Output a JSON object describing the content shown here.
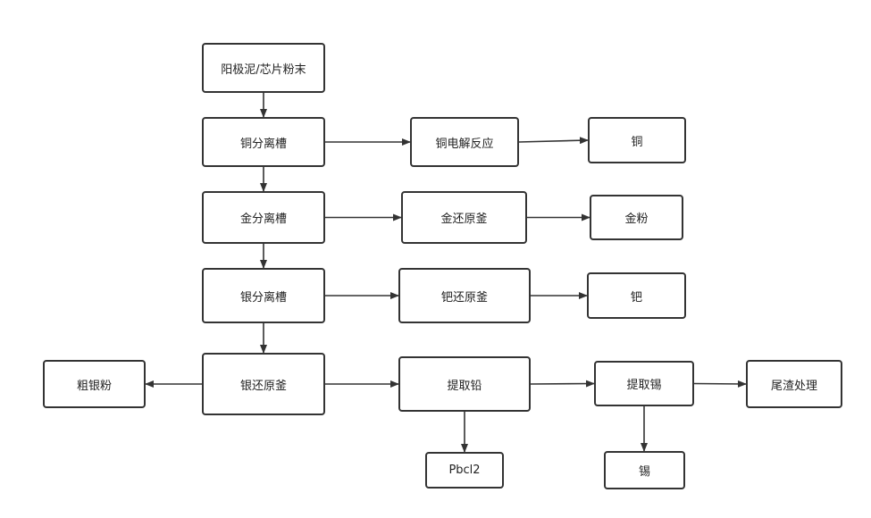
{
  "diagram": {
    "nodes": [
      {
        "id": "anode_mud",
        "label": "阳极泥/芯片粉末"
      },
      {
        "id": "cu_sep",
        "label": "铜分离槽"
      },
      {
        "id": "cu_elec",
        "label": "铜电解反应"
      },
      {
        "id": "cu",
        "label": "铜"
      },
      {
        "id": "au_sep",
        "label": "金分离槽"
      },
      {
        "id": "au_red",
        "label": "金还原釜"
      },
      {
        "id": "au_powder",
        "label": "金粉"
      },
      {
        "id": "ag_sep",
        "label": "银分离槽"
      },
      {
        "id": "pd_red",
        "label": "钯还原釜"
      },
      {
        "id": "pd",
        "label": "钯"
      },
      {
        "id": "crude_ag",
        "label": "粗银粉"
      },
      {
        "id": "ag_red",
        "label": "银还原釜"
      },
      {
        "id": "pb_ext",
        "label": "提取铅"
      },
      {
        "id": "sn_ext",
        "label": "提取锡"
      },
      {
        "id": "tailings",
        "label": "尾渣处理"
      },
      {
        "id": "pbcl2",
        "label": "Pbcl2"
      },
      {
        "id": "sn",
        "label": "锡"
      }
    ],
    "edges": [
      {
        "from": "anode_mud",
        "to": "cu_sep"
      },
      {
        "from": "cu_sep",
        "to": "cu_elec"
      },
      {
        "from": "cu_elec",
        "to": "cu"
      },
      {
        "from": "cu_sep",
        "to": "au_sep"
      },
      {
        "from": "au_sep",
        "to": "au_red"
      },
      {
        "from": "au_red",
        "to": "au_powder"
      },
      {
        "from": "au_sep",
        "to": "ag_sep"
      },
      {
        "from": "ag_sep",
        "to": "pd_red"
      },
      {
        "from": "pd_red",
        "to": "pd"
      },
      {
        "from": "ag_sep",
        "to": "ag_red"
      },
      {
        "from": "ag_red",
        "to": "crude_ag"
      },
      {
        "from": "ag_red",
        "to": "pb_ext"
      },
      {
        "from": "pb_ext",
        "to": "sn_ext"
      },
      {
        "from": "sn_ext",
        "to": "tailings"
      },
      {
        "from": "pb_ext",
        "to": "pbcl2"
      },
      {
        "from": "sn_ext",
        "to": "sn"
      }
    ],
    "colors": {
      "stroke": "#333333",
      "background": "#ffffff",
      "text": "#222222"
    }
  }
}
